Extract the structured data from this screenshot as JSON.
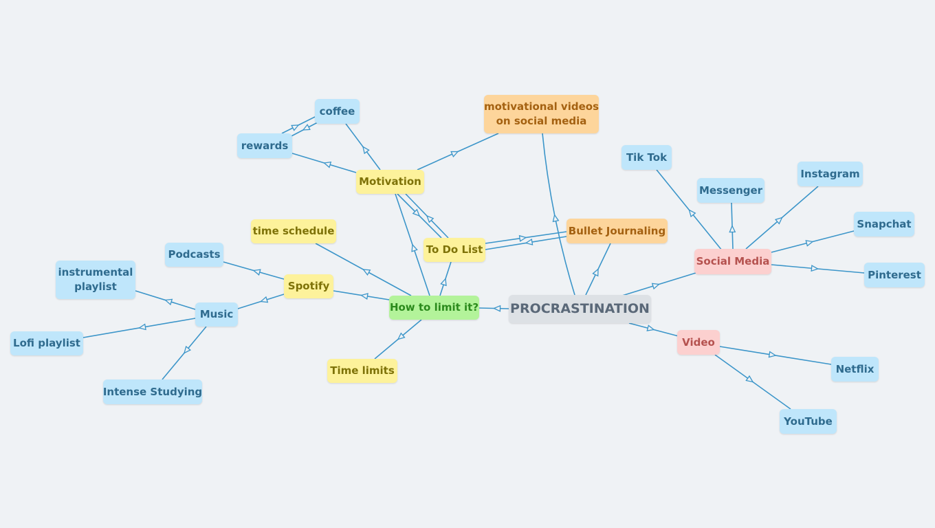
{
  "colors": {
    "background": "#eff2f5",
    "edge": "#3b95c9",
    "blue": "#bfe6fb",
    "yellow": "#fdf29b",
    "green": "#b3f39a",
    "orange": "#fdd59b",
    "pink": "#fcd0cf",
    "grey": "#dde1e5"
  },
  "mindmap": {
    "central": "PROCRASTINATION",
    "nodes": {
      "procrastination": "PROCRASTINATION",
      "how_to_limit": "How to limit it?",
      "motivational_videos": "motivational videos on social media",
      "bullet_journaling": "Bullet Journaling",
      "social_media": "Social Media",
      "video": "Video",
      "tiktok": "Tik Tok",
      "messenger": "Messenger",
      "instagram": "Instagram",
      "snapchat": "Snapchat",
      "pinterest": "Pinterest",
      "netflix": "Netflix",
      "youtube": "YouTube",
      "to_do_list": "To Do List",
      "motivation": "Motivation",
      "coffee": "coffee",
      "rewards": "rewards",
      "time_schedule": "time schedule",
      "spotify": "Spotify",
      "time_limits": "Time limits",
      "podcasts": "Podcasts",
      "music": "Music",
      "instrumental_playlist": "instrumental playlist",
      "lofi_playlist": "Lofi playlist",
      "intense_studying": "Intense Studying"
    }
  }
}
